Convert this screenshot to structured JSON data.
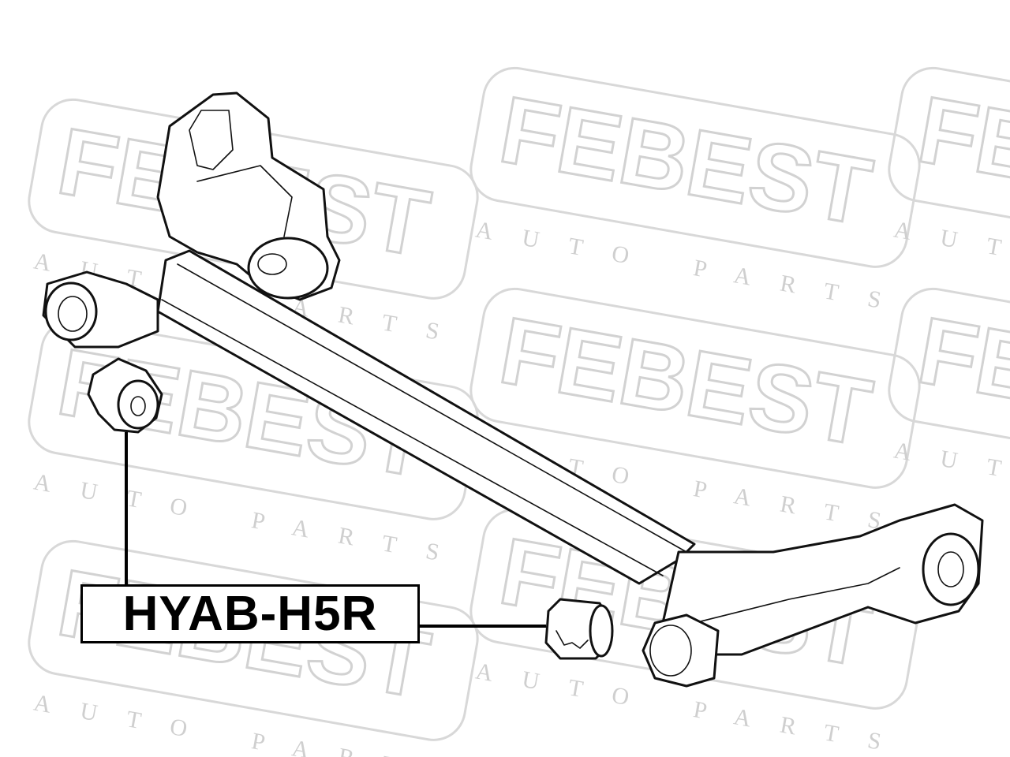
{
  "watermark": {
    "brand": "FEBEST",
    "sub": "AUTO PARTS"
  },
  "part": {
    "number": "HYAB-H5R"
  },
  "illustration": {
    "subject": "rear-beam-axle-with-bushings",
    "highlighted_components": [
      "left-bushing",
      "right-bushing"
    ]
  }
}
